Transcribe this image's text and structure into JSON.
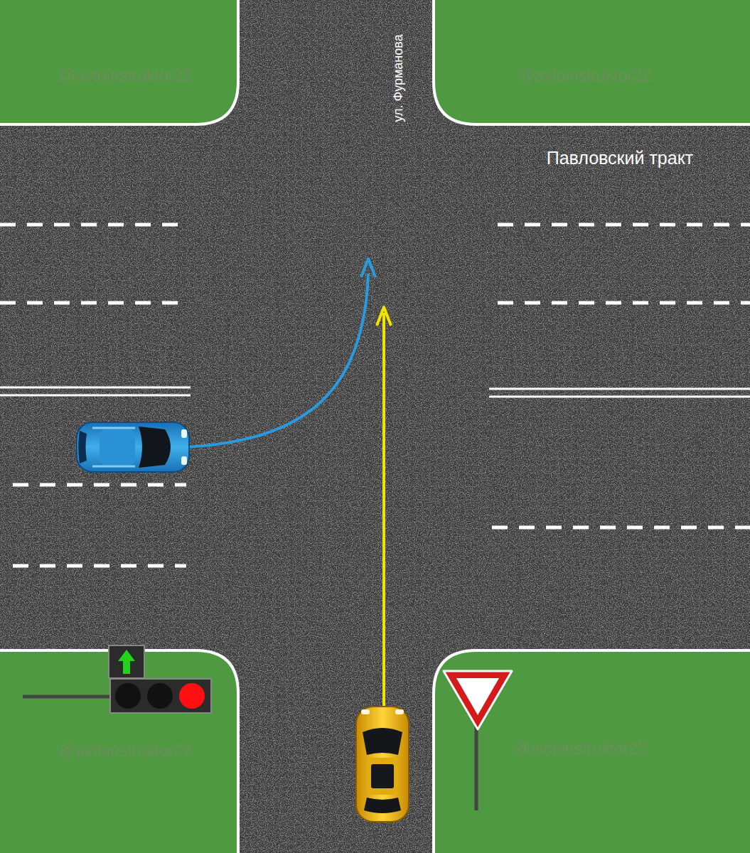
{
  "diagram": {
    "labels": [
      "@avtoinstruktor22",
      "ул. Фурманова",
      "@avtoinstruktor22",
      "Павловский тракт",
      "@avtoinstruktor22",
      "@avtoinstruktor22"
    ]
  }
}
